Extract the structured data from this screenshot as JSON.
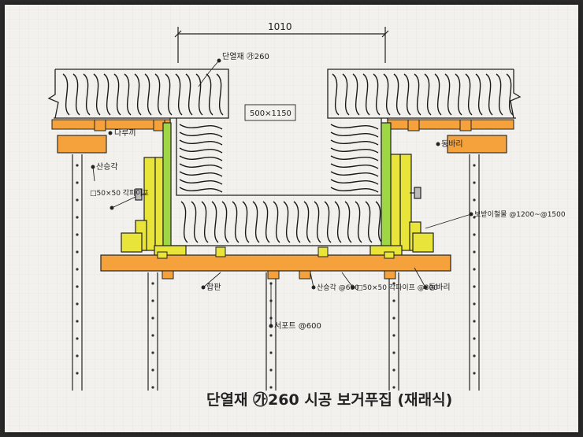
{
  "dimension_top": "1010",
  "beam_size": "500×1150",
  "labels": {
    "insulation_top": "단열재 ㉮260",
    "wood_top_left": "다루끼",
    "support_left": "산승각",
    "steel_pipe_left": "□50×50 각파이프",
    "form_upper_right": "동바리",
    "form_lower_right": "보받이철물 @1200~@1500",
    "plywood_bottom": "합판",
    "support_mid": "산승각 @600",
    "steel_pipe_mid": "□50×50 각파이프 @300",
    "wood_bottom_right": "동바리",
    "shoring_mid": "서포트 @600"
  },
  "title": "단열재 ㉮260 시공 보거푸집 (재래식)",
  "colors": {
    "insulation": "#1a1a1a",
    "timber": "#f5a23c",
    "form_yellow": "#e8e43a",
    "form_green": "#9fd646",
    "pipe": "#333333"
  }
}
